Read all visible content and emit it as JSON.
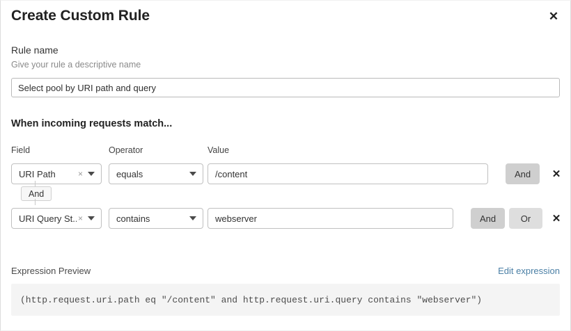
{
  "dialog": {
    "title": "Create Custom Rule",
    "close_icon": "close-icon"
  },
  "rule_name": {
    "label": "Rule name",
    "help": "Give your rule a descriptive name",
    "value": "Select pool by URI path and query",
    "placeholder": "Rule name"
  },
  "match": {
    "heading": "When incoming requests match...",
    "columns": {
      "field": "Field",
      "operator": "Operator",
      "value": "Value"
    },
    "connector_chip": "And",
    "rows": [
      {
        "field": "URI Path",
        "field_clear_icon": "×",
        "operator": "equals",
        "value": "/content",
        "buttons": [
          "And"
        ],
        "delete_icon": "✕"
      },
      {
        "field": "URI Query St...",
        "field_clear_icon": "×",
        "operator": "contains",
        "value": "webserver",
        "buttons": [
          "And",
          "Or"
        ],
        "delete_icon": "✕"
      }
    ]
  },
  "expression": {
    "label": "Expression Preview",
    "edit_link": "Edit expression",
    "code": "(http.request.uri.path eq \"/content\" and http.request.uri.query contains \"webserver\")"
  },
  "colors": {
    "link": "#4a7fa5",
    "and_button": "#cfcfcf",
    "or_button": "#dedede",
    "code_bg": "#f4f4f4"
  }
}
